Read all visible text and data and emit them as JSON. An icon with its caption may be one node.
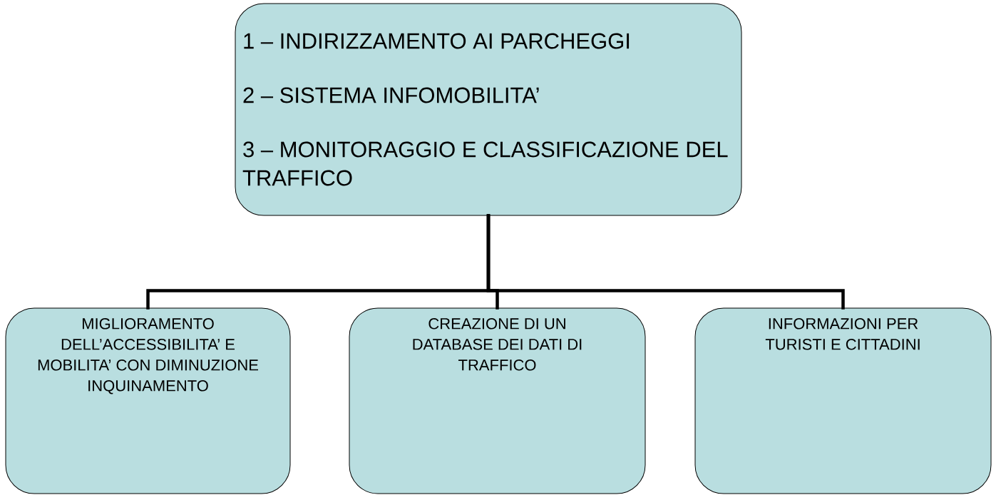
{
  "diagram": {
    "nodes": [
      {
        "text": [
          "1 – INDIRIZZAMENTO AI PARCHEGGI",
          "2 – SISTEMA INFOMOBILITA’",
          "3 – MONITORAGGIO E CLASSIFICAZIONE DEL TRAFFICO"
        ]
      },
      {
        "text": [
          "MIGLIORAMENTO DELL’ACCESSIBILITA’ E MOBILITA’ CON DIMINUZIONE INQUINAMENTO"
        ]
      },
      {
        "text": [
          "CREAZIONE DI UN DATABASE DEI DATI DI TRAFFICO"
        ]
      },
      {
        "text": [
          "INFORMAZIONI PER TURISTI E CITTADINI"
        ]
      }
    ],
    "edges": [
      {
        "from": 0,
        "to": 1,
        "arrow": "none"
      },
      {
        "from": 0,
        "to": 2,
        "arrow": "none"
      },
      {
        "from": 0,
        "to": 3,
        "arrow": "none"
      }
    ]
  }
}
